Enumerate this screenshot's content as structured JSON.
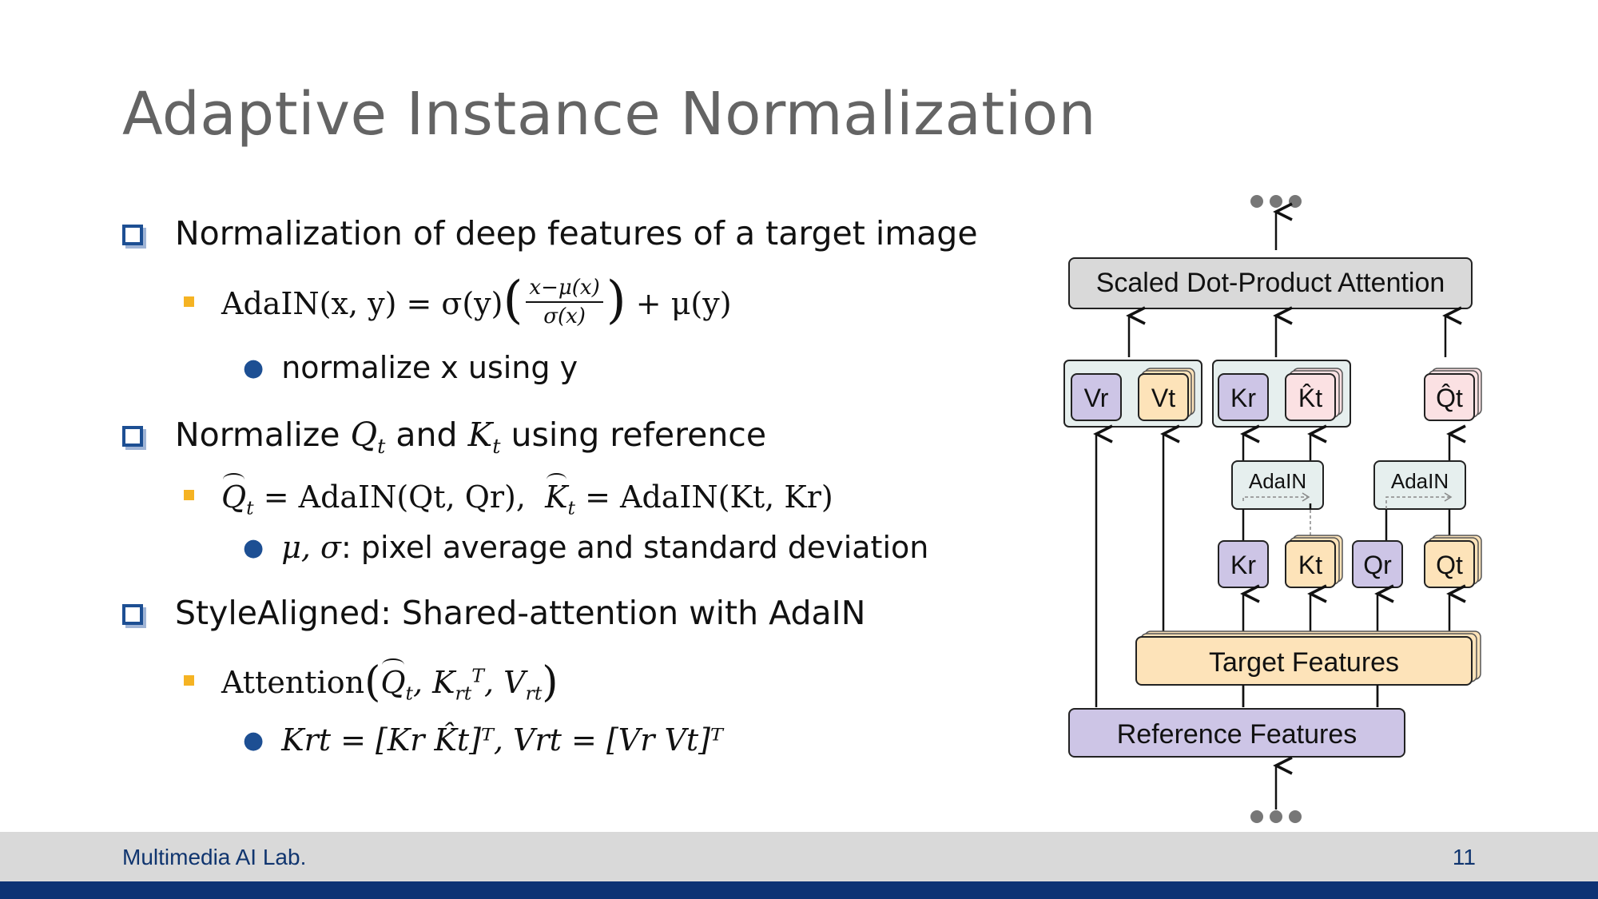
{
  "title": "Adaptive Instance Normalization",
  "bullets": {
    "b1": "Normalization of deep features of a target image",
    "b1_formula_lhs": "AdaIN(x, y) = σ(y)",
    "b1_frac_num": "x−μ(x)",
    "b1_frac_den": "σ(x)",
    "b1_formula_rhs": "+ μ(y)",
    "b1_sub": "normalize x using y",
    "b2_pre": "Normalize",
    "b2_q": "Q",
    "b2_q_sub": "t",
    "b2_mid": "and",
    "b2_k": "K",
    "b2_k_sub": "t",
    "b2_post": "using reference",
    "b2_formula": "= AdaIN(Qt, Qr),",
    "b2_formula2": "= AdaIN(Kt, Kr)",
    "b2_sub_math": "μ, σ",
    "b2_sub": ": pixel average and standard deviation",
    "b3": "StyleAligned: Shared-attention with AdaIN",
    "b3_formula": "Attention",
    "b3_sub": "Krt = [Kr  K̂t]ᵀ,  Vrt = [Vr  Vt]ᵀ"
  },
  "diagram": {
    "top_ellipsis": "●●●",
    "attention_label": "Scaled Dot-Product Attention",
    "vr": "Vr",
    "vt": "Vt",
    "kr": "Kr",
    "kt_hat": "K̂t",
    "qt_hat": "Q̂t",
    "adain1": "AdaIN",
    "adain2": "AdaIN",
    "kr2": "Kr",
    "kt2": "Kt",
    "qr": "Qr",
    "qt": "Qt",
    "target_features": "Target Features",
    "reference_features": "Reference Features",
    "bottom_ellipsis": "●●●",
    "colors": {
      "purple": "#cdc5e6",
      "orange": "#fde3b9",
      "pink": "#fbe1e3",
      "gray_box": "#d9d9d9",
      "group_bg": "#e6efee"
    }
  },
  "footer": {
    "lab": "Multimedia AI Lab.",
    "page": "11"
  }
}
